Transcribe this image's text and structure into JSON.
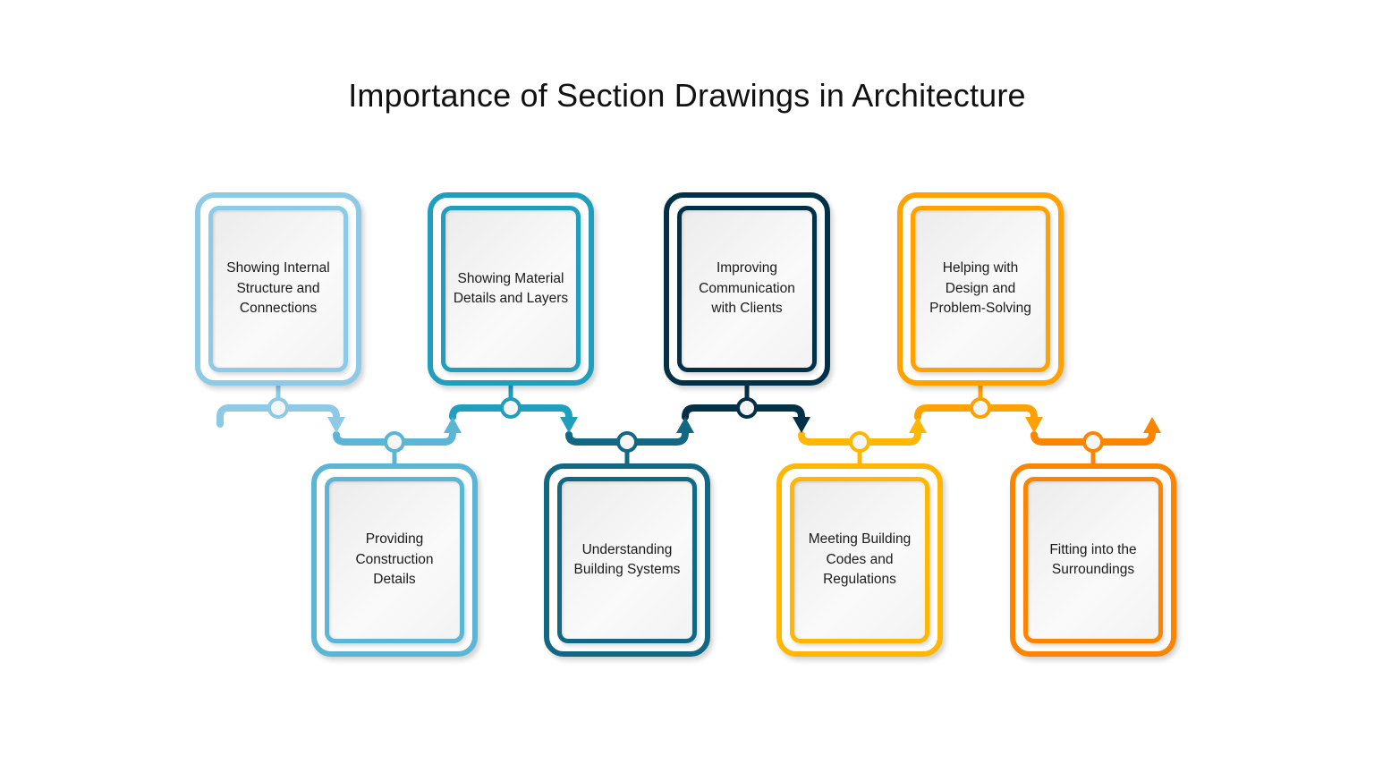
{
  "title": "Importance of Section Drawings in Architecture",
  "colors": [
    "#8ECAE6",
    "#5BB5D5",
    "#219EBC",
    "#126782",
    "#023047",
    "#FFB703",
    "#FFA200",
    "#FB8500"
  ],
  "steps": [
    {
      "label": "Showing Internal Structure and Connections",
      "position": "top",
      "color": "#8ECAE6"
    },
    {
      "label": "Providing Construction Details",
      "position": "bottom",
      "color": "#5BB5D5"
    },
    {
      "label": "Showing Material Details and Layers",
      "position": "top",
      "color": "#219EBC"
    },
    {
      "label": "Understanding Building Systems",
      "position": "bottom",
      "color": "#126782"
    },
    {
      "label": "Improving Communication with Clients",
      "position": "top",
      "color": "#023047"
    },
    {
      "label": "Meeting Building Codes and Regulations",
      "position": "bottom",
      "color": "#FFB703"
    },
    {
      "label": "Helping with Design and Problem-Solving",
      "position": "top",
      "color": "#FFA200"
    },
    {
      "label": "Fitting into the Surroundings",
      "position": "bottom",
      "color": "#FB8500"
    }
  ]
}
